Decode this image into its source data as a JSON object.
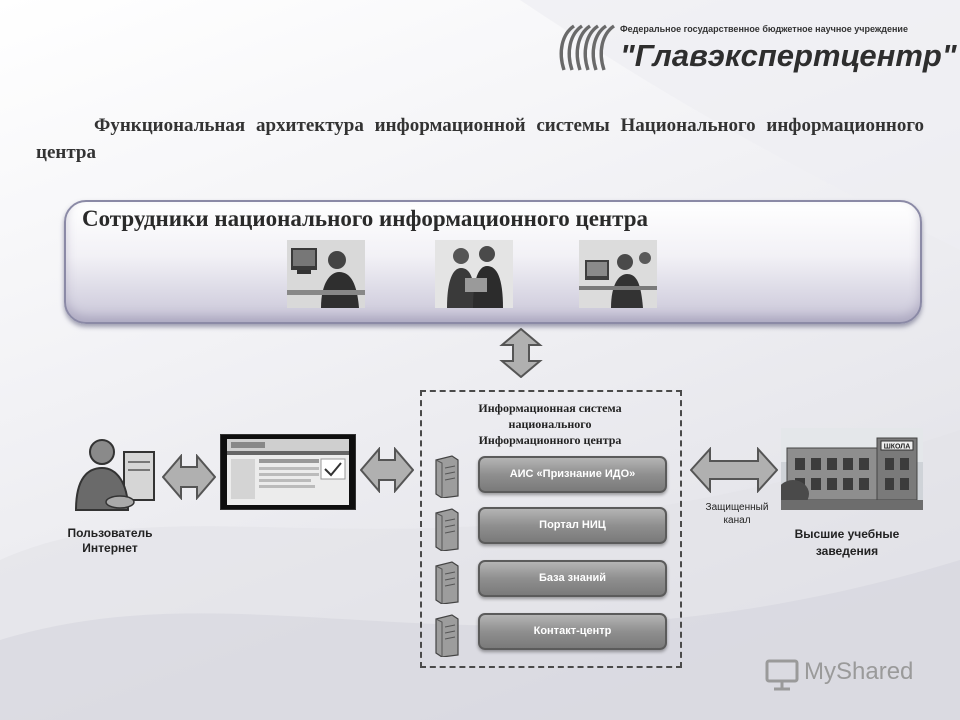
{
  "logo": {
    "subtitle": "Федеральное государственное бюджетное научное учреждение",
    "name": "\"Главэкспертцентр\""
  },
  "title": "Функциональная архитектура информационной системы Национального информационного центра",
  "staff_panel": {
    "title": "Сотрудники национального информационного центра"
  },
  "user": {
    "label_line1": "Пользователь",
    "label_line2": "Интернет"
  },
  "info_system": {
    "title_line1": "Информационная система",
    "title_line2": "национального",
    "title_line3": "Информационного центра",
    "components": [
      "АИС «Признание ИДО»",
      "Портал НИЦ",
      "База знаний",
      "Контакт-центр"
    ]
  },
  "channel": {
    "line1": "Защищенный",
    "line2": "канал"
  },
  "universities": {
    "label_line1": "Высшие учебные",
    "label_line2": "заведения",
    "sign_text": "ШКОЛА"
  },
  "watermark": {
    "text": "MyShared"
  },
  "colors": {
    "panel_border": "#8b8aa6",
    "button_fill": "#8f8f8f",
    "arrow_fill": "#b0b0b0",
    "arrow_stroke": "#555555"
  }
}
